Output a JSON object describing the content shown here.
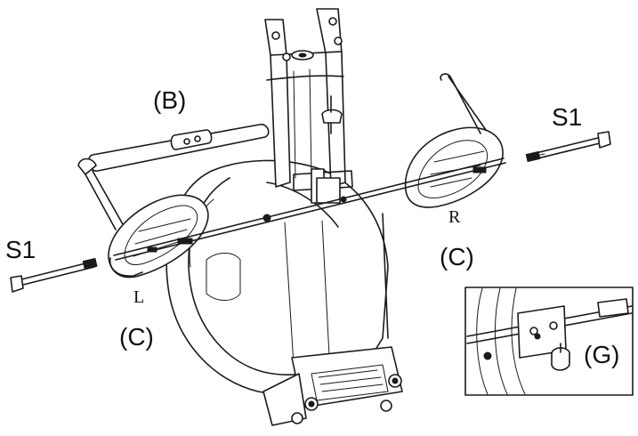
{
  "labels": {
    "handlebar": "(B)",
    "bolt_right": "S1",
    "bolt_left": "S1",
    "side_right": "R",
    "pedal_right": "(C)",
    "side_left": "L",
    "pedal_left": "(C)",
    "detail": "(G)"
  }
}
